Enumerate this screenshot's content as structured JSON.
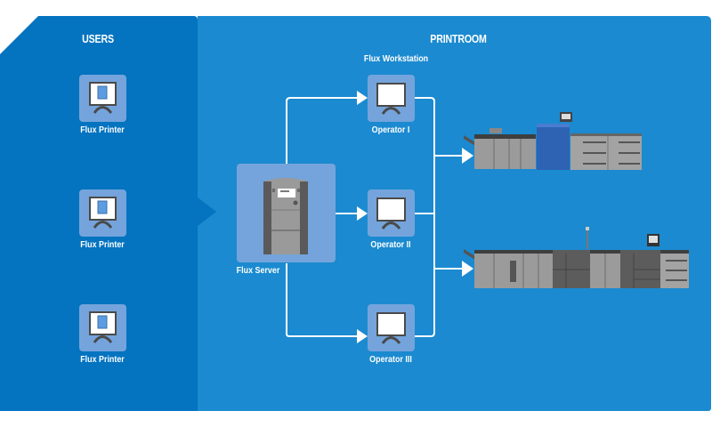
{
  "users": {
    "title": "USERS",
    "items": [
      {
        "label": "Flux Printer",
        "icon": "monitor-document-icon"
      },
      {
        "label": "Flux Printer",
        "icon": "monitor-document-icon"
      },
      {
        "label": "Flux Printer",
        "icon": "monitor-document-icon"
      }
    ]
  },
  "printroom": {
    "title": "PRINTROOM",
    "workstation_heading": "Flux Workstation",
    "server": {
      "label": "Flux Server",
      "icon": "server-tower-icon"
    },
    "operators": [
      {
        "label": "Operator I",
        "icon": "monitor-icon"
      },
      {
        "label": "Operator II",
        "icon": "monitor-icon"
      },
      {
        "label": "Operator III",
        "icon": "monitor-icon"
      }
    ],
    "presses": [
      {
        "name": "production-press-color",
        "icon": "color-press-icon"
      },
      {
        "name": "production-press-mono",
        "icon": "mono-press-icon"
      }
    ]
  },
  "colors": {
    "users_bg": "#0473c0",
    "printroom_bg": "#1b8ad0",
    "tile_bg": "#74a4db",
    "connector": "#ffffff"
  }
}
